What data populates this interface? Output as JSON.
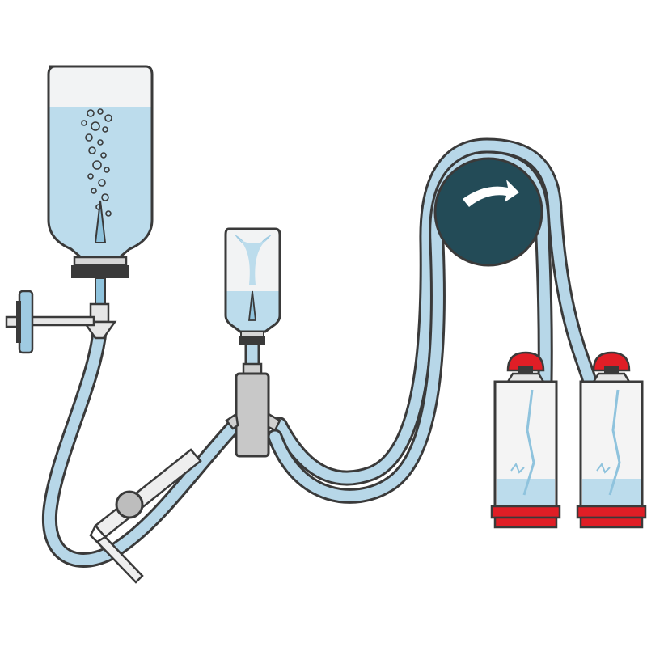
{
  "diagram": {
    "colors": {
      "outline": "#3a3a3a",
      "liquid": "#bcdcec",
      "liquid_dark": "#8fc3dd",
      "tube": "#b7d7e8",
      "glass": "#f2f3f4",
      "cap": "#d6d6d6",
      "housing": "#c8c8c8",
      "pump_rotor": "#234b57",
      "filter_cap": "#e01e26",
      "filter_body": "#f4f4f4",
      "clamp": "#e8e8e8"
    },
    "components": [
      {
        "name": "source-bottle",
        "kind": "inverted bottle with bubbles"
      },
      {
        "name": "vent-filter",
        "kind": "syringe filter on stopcock"
      },
      {
        "name": "drip-chamber-bottle",
        "kind": "small inverted bottle"
      },
      {
        "name": "manifold",
        "kind": "three-port housing"
      },
      {
        "name": "roller-clamp",
        "kind": "tubing clamp"
      },
      {
        "name": "peristaltic-pump",
        "kind": "pump rotor with rotation arrow"
      },
      {
        "name": "filter-unit-left",
        "kind": "capsule filter"
      },
      {
        "name": "filter-unit-right",
        "kind": "capsule filter"
      }
    ]
  }
}
